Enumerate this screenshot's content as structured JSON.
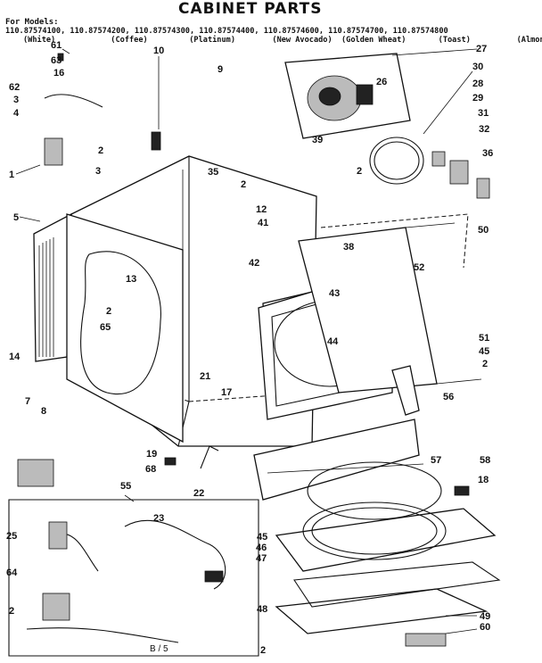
{
  "header": {
    "title": "CABINET PARTS",
    "for_models": "For Models:",
    "models_line": "110.87574100, 110.87574200, 110.87574300, 110.87574400, 110.87574600, 110.87574700, 110.87574800",
    "colors_line": "(White)            (Coffee)         (Platinum)        (New Avocado)  (Golden Wheat)       (Toast)          (Almond)"
  },
  "callouts": [
    "61",
    "63",
    "16",
    "10",
    "27",
    "62",
    "3",
    "4",
    "9",
    "26",
    "30",
    "28",
    "29",
    "31",
    "32",
    "39",
    "2",
    "36",
    "1",
    "35",
    "2",
    "3",
    "2",
    "12",
    "41",
    "50",
    "5",
    "38",
    "42",
    "52",
    "13",
    "43",
    "2",
    "65",
    "44",
    "51",
    "45",
    "2",
    "14",
    "21",
    "17",
    "7",
    "56",
    "8",
    "19",
    "68",
    "57",
    "58",
    "22",
    "18",
    "55",
    "23",
    "25",
    "45",
    "46",
    "47",
    "64",
    "48",
    "49",
    "60",
    "2",
    "2"
  ],
  "footer": {
    "page_code": "B / 5"
  }
}
